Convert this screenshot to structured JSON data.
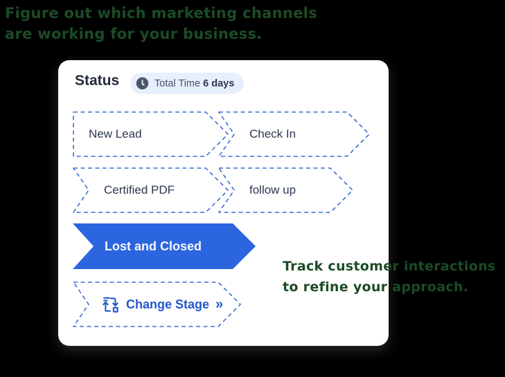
{
  "annotations": {
    "top": {
      "line1": "Figure out which marketing channels",
      "line2": "are working for your business."
    },
    "right": {
      "line1": "Track customer interactions",
      "line2": "to refine your approach."
    }
  },
  "card": {
    "title": "Status",
    "total_time": {
      "label": "Total Time",
      "value": "6 days",
      "icon": "clock-icon"
    },
    "stages": [
      {
        "label": "New Lead",
        "state": "dashed"
      },
      {
        "label": "Check In",
        "state": "dashed"
      },
      {
        "label": "Certified PDF",
        "state": "dashed"
      },
      {
        "label": "follow up",
        "state": "dashed"
      },
      {
        "label": "Lost and Closed",
        "state": "active-solid"
      },
      {
        "label": "Change Stage",
        "state": "dashed-action",
        "icon": "change-stage-icon",
        "suffix": "»"
      }
    ]
  },
  "colors": {
    "background": "#000000",
    "card": "#ffffff",
    "stage_outline_blue": "#3d6cd3",
    "stage_active_blue": "#2b66e0",
    "stage_text": "#2b3850",
    "action_text_blue": "#2456ce",
    "badge_bg": "#e8effc",
    "badge_icon": "#4b5768",
    "annotation_green": "#1c4b27"
  }
}
